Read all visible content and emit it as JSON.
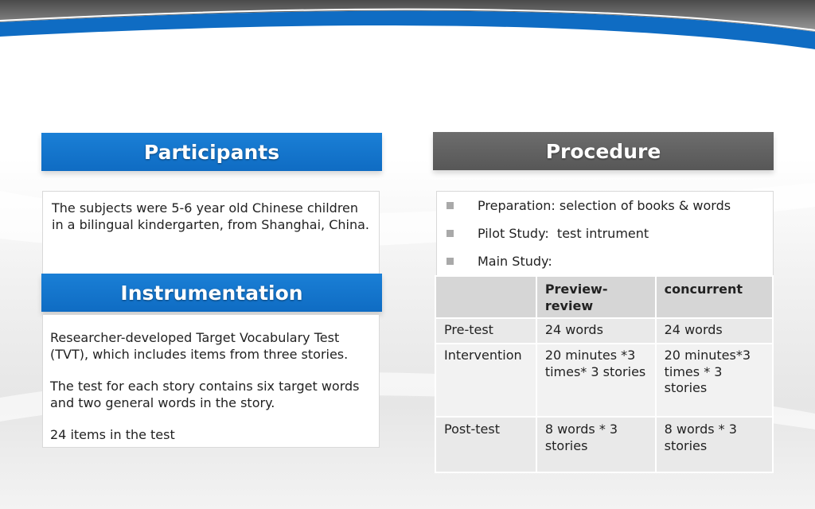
{
  "participants": {
    "title": "Participants",
    "text": "The subjects were 5-6 year old Chinese children in a bilingual kindergarten, from Shanghai, China."
  },
  "instrumentation": {
    "title": "Instrumentation",
    "paragraphs": [
      "Researcher-developed Target Vocabulary Test (TVT), which includes items from three stories.",
      "The test for each story contains six target words and two general words in the story.",
      "24 items in the test"
    ]
  },
  "procedure": {
    "title": "Procedure",
    "bullets": [
      "Preparation: selection of books & words",
      "Pilot Study:  test intrument",
      "Main Study:"
    ],
    "table": {
      "headers": [
        "",
        "Preview-review",
        "concurrent"
      ],
      "rows": [
        [
          "Pre-test",
          "24 words",
          "24 words"
        ],
        [
          "Intervention",
          "20 minutes *3 times* 3 stories",
          "20 minutes*3 times * 3 stories"
        ],
        [
          "Post-test",
          "8 words * 3 stories",
          "8 words * 3 stories"
        ]
      ]
    }
  },
  "colors": {
    "blue_header": "#0f6cc3",
    "grey_header": "#5f5f5f",
    "bullet": "#a9a9a9"
  }
}
